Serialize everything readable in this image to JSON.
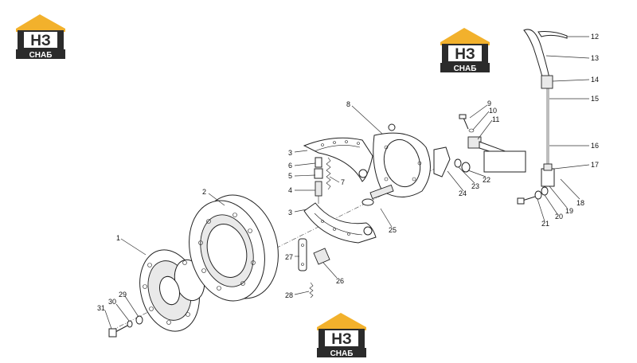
{
  "watermark": {
    "mark": "НЗ",
    "word": "СНАБ",
    "colors": {
      "roof": "#f2b12c",
      "dark": "#2b2b2b",
      "white": "#ffffff"
    }
  },
  "callouts": [
    "1",
    "2",
    "3",
    "3",
    "4",
    "5",
    "6",
    "7",
    "8",
    "9",
    "10",
    "11",
    "12",
    "13",
    "14",
    "15",
    "16",
    "17",
    "18",
    "19",
    "20",
    "21",
    "22",
    "23",
    "24",
    "25",
    "26",
    "27",
    "28",
    "29",
    "30",
    "31"
  ]
}
